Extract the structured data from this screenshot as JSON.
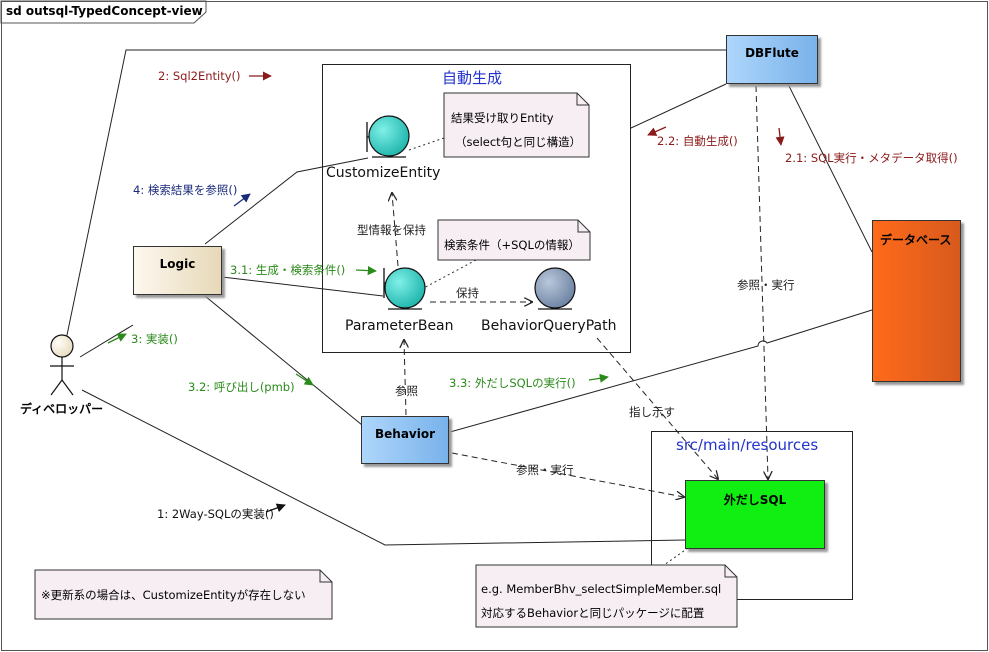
{
  "frame": {
    "title": "sd outsql-TypedConcept-view"
  },
  "actor": {
    "label": "ディベロッパー"
  },
  "classes": {
    "logic": "Logic",
    "behavior": "Behavior",
    "dbflute": "DBFlute",
    "database": "データベース",
    "outside_sql": "外だしSQL"
  },
  "packages": {
    "auto_generated": "自動生成",
    "resources": "src/main/resources"
  },
  "objects": {
    "customize_entity": "CustomizeEntity",
    "parameter_bean": "ParameterBean",
    "behavior_query_path": "BehaviorQueryPath"
  },
  "notes": {
    "entity_note_1": "結果受け取りEntity",
    "entity_note_2": "（select句と同じ構造）",
    "pmb_note": "検索条件（+SQLの情報）",
    "sql_note_1": "e.g. MemberBhv_selectSimpleMember.sql",
    "sql_note_2": "対応するBehaviorと同じパッケージに配置",
    "update_note": "※更新系の場合は、CustomizeEntityが存在しない"
  },
  "messages": {
    "m1": "1: 2Way-SQLの実装()",
    "m2": "2: Sql2Entity()",
    "m2_1": "2.1: SQL実行・メタデータ取得()",
    "m2_2": "2.2: 自動生成()",
    "m3": "3: 実装()",
    "m3_1": "3.1: 生成・検索条件()",
    "m3_2": "3.2: 呼び出し(pmb)",
    "m3_3": "3.3: 外だしSQLの実行()",
    "m4": "4: 検索結果を参照()"
  },
  "relations": {
    "type_info": "型情報を保持",
    "holds": "保持",
    "reference": "参照",
    "reference_exec_1": "参照・実行",
    "reference_exec_2": "参照・実行",
    "points_to": "指し示す"
  },
  "colors": {
    "message_red": "#8b1a1a",
    "message_green": "#2a8a1a",
    "message_navy": "#1a2a7a",
    "boundary_fill": "#2ec9c0",
    "boundary_gray": "#7e93b0",
    "package_title": "#2233cc",
    "sql_green": "#11ee11",
    "database_orange": "#ff6a1a"
  }
}
